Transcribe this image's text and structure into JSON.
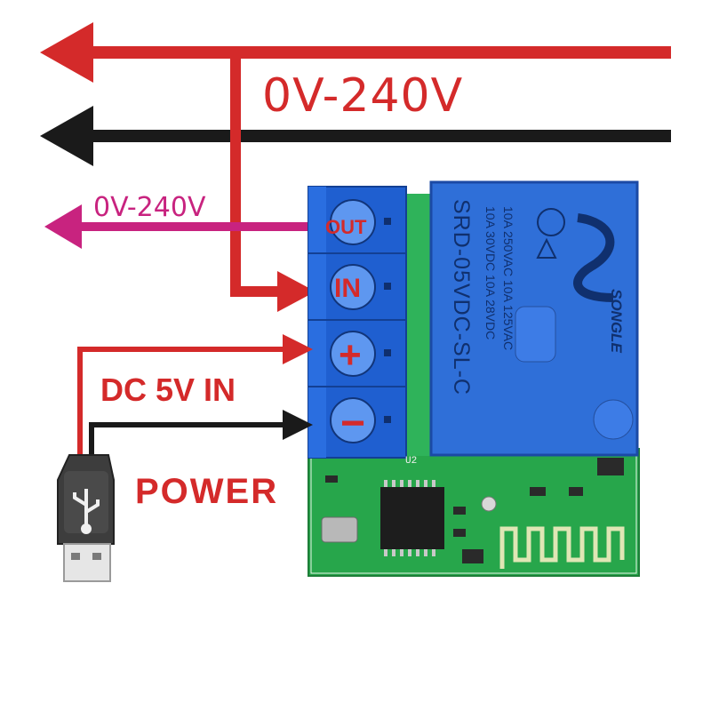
{
  "labels": {
    "mains_voltage": "0V-240V",
    "output_voltage": "0V-240V",
    "dc_input": "DC 5V IN",
    "power": "POWER"
  },
  "terminal": {
    "out": "OUT",
    "in": "IN",
    "plus": "+",
    "minus": "−"
  },
  "relay": {
    "rating_line1": "10A 250VAC 10A 125VAC",
    "rating_line2": "10A 30VDC 10A 28VDC",
    "model": "SRD-05VDC-SL-C",
    "brand": "SONGLE"
  },
  "pcb": {
    "chip_label": "U2"
  },
  "colors": {
    "red": "#d42a2a",
    "black": "#1a1a1a",
    "pink": "#c8237f",
    "terminal_blue": "#1f5fd0",
    "relay_blue": "#2f6fd8",
    "pcb_green": "#24a64a"
  },
  "icons": [
    "usb-plug-icon",
    "usb-symbol-icon"
  ]
}
